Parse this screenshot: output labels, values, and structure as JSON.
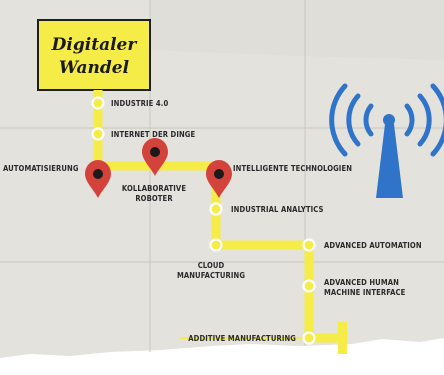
{
  "title": {
    "line1": "Digitaler",
    "line2": "Wandel"
  },
  "labels": {
    "industrie40": "INDUSTRIE 4.0",
    "internet_der_dinge": "INTERNET DER DINGE",
    "automatisierung": "AUTOMATISIERUNG",
    "kollaborative_line1": "KOLLABORATIVE",
    "kollaborative_line2": "ROBOTER",
    "intelligente": "INTELLIGENTE TECHNOLOGIEN",
    "industrial_analytics": "INDUSTRIAL ANALYTICS",
    "cloud_line1": "CLOUD",
    "cloud_line2": "MANUFACTURING",
    "advanced_automation": "ADVANCED AUTOMATION",
    "advanced_hmi_line1": "ADVANCED HUMAN",
    "advanced_hmi_line2": "MACHINE INTERFACE",
    "additive": "ADDITIVE MANUFACTURING"
  },
  "icons": {
    "pin": "map-pin-icon",
    "tower": "wifi-tower-icon"
  },
  "colors": {
    "rail": "#f6ec47",
    "pin": "#d4423c",
    "tower": "#2f74c9"
  }
}
